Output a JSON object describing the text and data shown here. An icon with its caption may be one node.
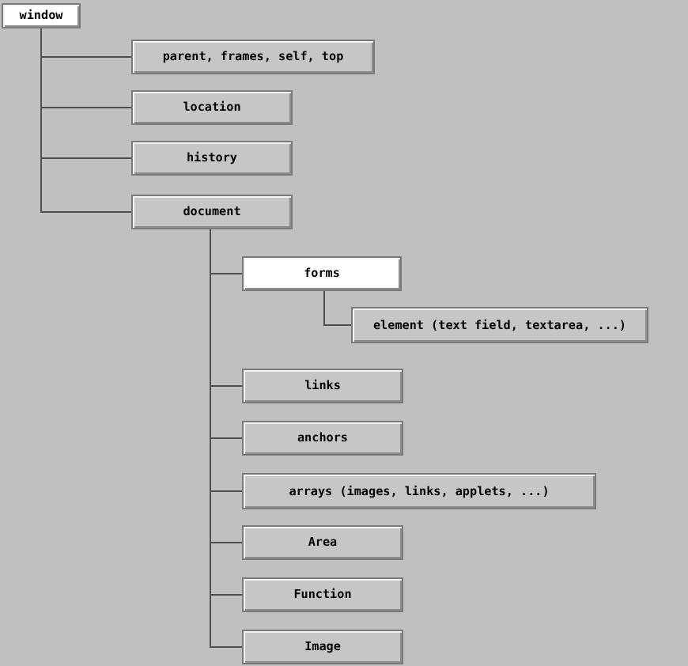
{
  "diagram": {
    "nodes": [
      {
        "text": [
          "window"
        ]
      },
      {
        "text": [
          "parent, frames, self, top"
        ]
      },
      {
        "text": [
          "location"
        ]
      },
      {
        "text": [
          "history"
        ]
      },
      {
        "text": [
          "document"
        ]
      },
      {
        "text": [
          "forms"
        ]
      },
      {
        "text": [
          "element (text field, textarea, ...)"
        ]
      },
      {
        "text": [
          "links"
        ]
      },
      {
        "text": [
          "anchors"
        ]
      },
      {
        "text": [
          "arrays (images, links, applets, ...)"
        ]
      },
      {
        "text": [
          "Area"
        ]
      },
      {
        "text": [
          "Function"
        ]
      },
      {
        "text": [
          "Image"
        ]
      }
    ],
    "edges": [
      {
        "from": 0,
        "to": 1,
        "arrow": "none"
      },
      {
        "from": 0,
        "to": 2,
        "arrow": "none"
      },
      {
        "from": 0,
        "to": 3,
        "arrow": "none"
      },
      {
        "from": 0,
        "to": 4,
        "arrow": "none"
      },
      {
        "from": 4,
        "to": 5,
        "arrow": "none"
      },
      {
        "from": 5,
        "to": 6,
        "arrow": "none"
      },
      {
        "from": 4,
        "to": 7,
        "arrow": "none"
      },
      {
        "from": 4,
        "to": 8,
        "arrow": "none"
      },
      {
        "from": 4,
        "to": 9,
        "arrow": "none"
      },
      {
        "from": 4,
        "to": 10,
        "arrow": "none"
      },
      {
        "from": 4,
        "to": 11,
        "arrow": "none"
      },
      {
        "from": 4,
        "to": 12,
        "arrow": "none"
      }
    ]
  }
}
